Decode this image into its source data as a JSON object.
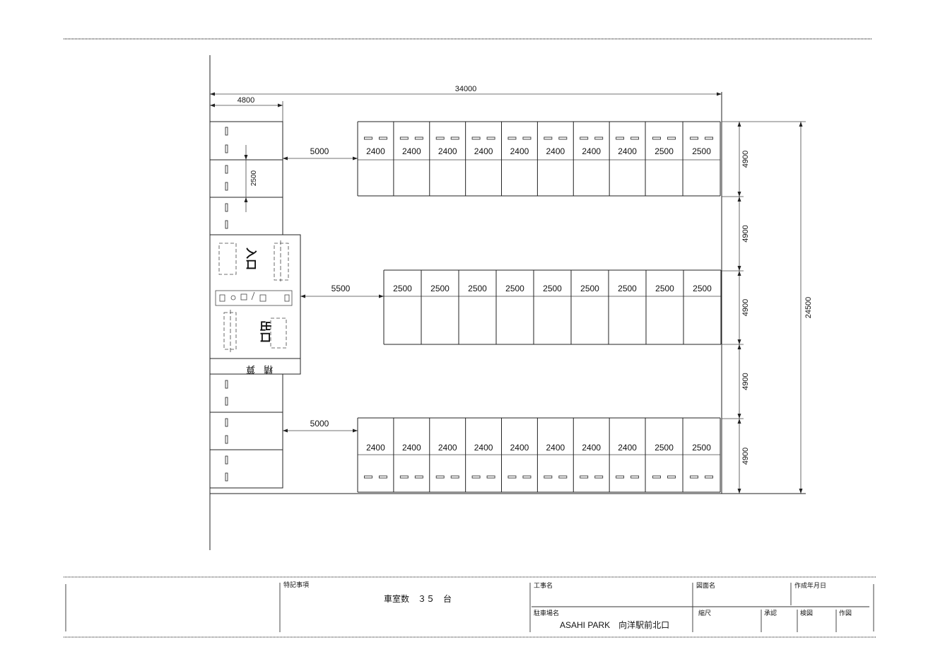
{
  "plan": {
    "overall_width": "34000",
    "entrance_width": "4800",
    "overall_depth": "24500",
    "left_space_width": "2500",
    "top_aisle": "5000",
    "middle_aisle": "5500",
    "bottom_aisle": "5000",
    "row_depths": [
      "4900",
      "4900",
      "4900",
      "4900",
      "4900"
    ],
    "top_row_widths": [
      "2400",
      "2400",
      "2400",
      "2400",
      "2400",
      "2400",
      "2400",
      "2400",
      "2500",
      "2500"
    ],
    "middle_row_widths": [
      "2500",
      "2500",
      "2500",
      "2500",
      "2500",
      "2500",
      "2500",
      "2500",
      "2500"
    ],
    "bottom_row_widths": [
      "2400",
      "2400",
      "2400",
      "2400",
      "2400",
      "2400",
      "2400",
      "2400",
      "2500",
      "2500"
    ],
    "entrance_label": "入口",
    "exit_label": "出口",
    "management_label": "精算"
  },
  "title_block": {
    "notes_label": "特記事項",
    "notes_value": "車室数　３５　台",
    "project_label": "工事名",
    "drawing_name_label": "図面名",
    "date_label": "作成年月日",
    "parking_name_label": "駐車場名",
    "parking_name_value": "ASAHI PARK　向洋駅前北口",
    "scale_label": "縮尺",
    "approve_label": "承認",
    "check_label": "検図",
    "drawn_label": "作図"
  }
}
